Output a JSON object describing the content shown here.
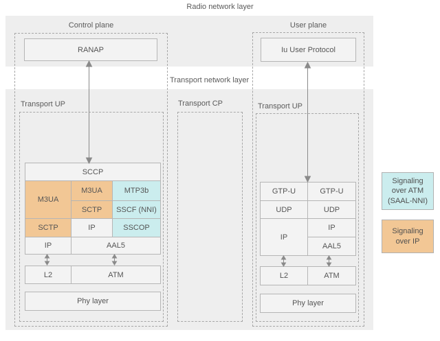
{
  "title": "Radio network layer",
  "colors": {
    "band_background": "#eeeeee",
    "plain_cell_fill": "#f3f3f3",
    "signaling_over_ip": "#f2c795",
    "signaling_over_atm": "#cbedee",
    "cell_border": "#b5b5b5",
    "dashed_border": "#a6a6a6",
    "arrow": "#8a8a8a",
    "text": "#5a5a5a"
  },
  "radio_layer": {
    "control_plane": {
      "label": "Control plane",
      "box": "RANAP"
    },
    "user_plane": {
      "label": "User plane",
      "box": "Iu User Protocol"
    }
  },
  "transport_layer": {
    "label": "Transport network layer",
    "sections": {
      "left": "Transport UP",
      "middle": "Transport CP",
      "right": "Transport UP"
    }
  },
  "left_stack": {
    "sccp": "SCCP",
    "m3ua_tall": "M3UA",
    "m3ua": "M3UA",
    "mtp3b": "MTP3b",
    "sctp": "SCTP",
    "sscf_nni": "SSCF (NNI)",
    "sctp_left": "SCTP",
    "ip_mid": "IP",
    "sscop": "SSCOP",
    "ip": "IP",
    "aal5": "AAL5",
    "l2": "L2",
    "atm": "ATM",
    "phy": "Phy layer"
  },
  "right_stack": {
    "gtpu_a": "GTP-U",
    "gtpu_b": "GTP-U",
    "udp_a": "UDP",
    "udp_b": "UDP",
    "ip_tall": "IP",
    "ip": "IP",
    "aal5": "AAL5",
    "l2": "L2",
    "atm": "ATM",
    "phy": "Phy layer"
  },
  "legend": {
    "atm": "Signaling\nover ATM\n(SAAL-NNI)",
    "ip": "Signaling\nover IP"
  }
}
